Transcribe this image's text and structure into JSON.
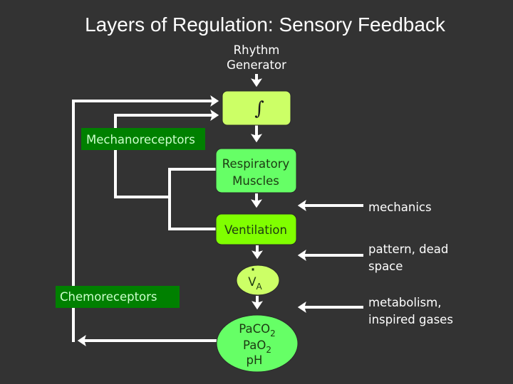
{
  "title": "Layers of Regulation: Sensory Feedback",
  "colors": {
    "background": "#333333",
    "integrator": "#ccff66",
    "respiratory_muscles": "#66ff66",
    "ventilation": "#80ff00",
    "alveolar_ventilation": "#ccff66",
    "blood_gases": "#66ff66",
    "receptor_box": "#008000",
    "receptor_text": "#ccffcc",
    "arrow": "#ffffff"
  },
  "nodes": {
    "rhythm_generator": {
      "line1": "Rhythm",
      "line2": "Generator"
    },
    "integrator": {
      "symbol": "∫"
    },
    "respiratory_muscles": {
      "line1": "Respiratory",
      "line2": "Muscles"
    },
    "ventilation": {
      "label": "Ventilation"
    },
    "alveolar_ventilation": {
      "symbol": "V",
      "dot": "·",
      "subscript": "A"
    },
    "blood_gases": {
      "paco2": {
        "base": "PaCO",
        "sub": "2"
      },
      "pao2": {
        "base": "PaO",
        "sub": "2"
      },
      "ph": {
        "base": "pH"
      }
    },
    "mechanoreceptors": {
      "label": "Mechanoreceptors"
    },
    "chemoreceptors": {
      "label": "Chemoreceptors"
    }
  },
  "inputs": {
    "mechanics": {
      "line1": "mechanics"
    },
    "pattern": {
      "line1": "pattern, dead",
      "line2": "space"
    },
    "metabolism": {
      "line1": "metabolism,",
      "line2": "inspired gases"
    }
  }
}
